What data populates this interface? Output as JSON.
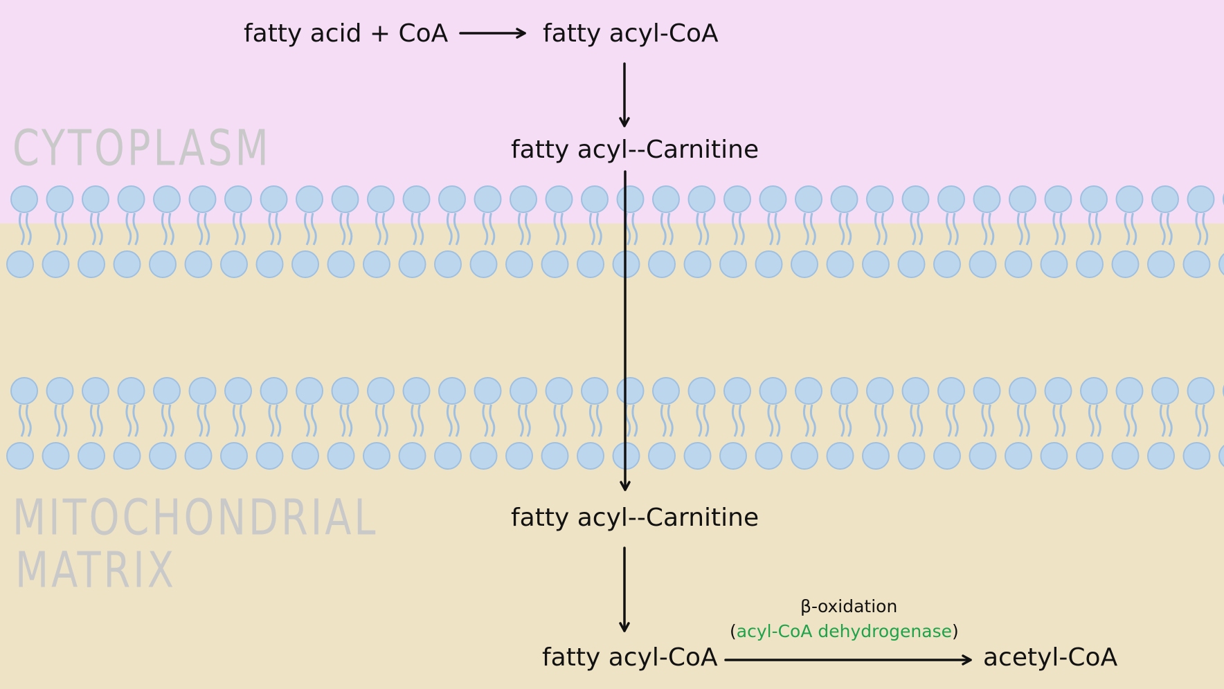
{
  "regions": {
    "cytoplasm_label": "CYTOPLASM",
    "matrix_label_line1": "MITOCHONDRIAL",
    "matrix_label_line2": "MATRIX"
  },
  "pathway": {
    "step1_reactants": "fatty acid + CoA",
    "step1_product": "fatty acyl-CoA",
    "step2_product": "fatty acyl--Carnitine",
    "step3_product": "fatty acyl--Carnitine",
    "step4_product": "fatty acyl-CoA",
    "final_product": "acetyl-CoA"
  },
  "reaction_label": {
    "process": "β-oxidation",
    "open_paren": "(",
    "enzyme": "acyl-CoA dehydrogenase",
    "close_paren": ")"
  },
  "colors": {
    "cytoplasm_bg": "#f5ddf5",
    "matrix_bg": "#efe3c6",
    "lipid_fill": "#bcd6ee",
    "lipid_stroke": "#9fc0e0",
    "enzyme_text": "#1fa34a",
    "label_gray": "#c9c9c9"
  }
}
